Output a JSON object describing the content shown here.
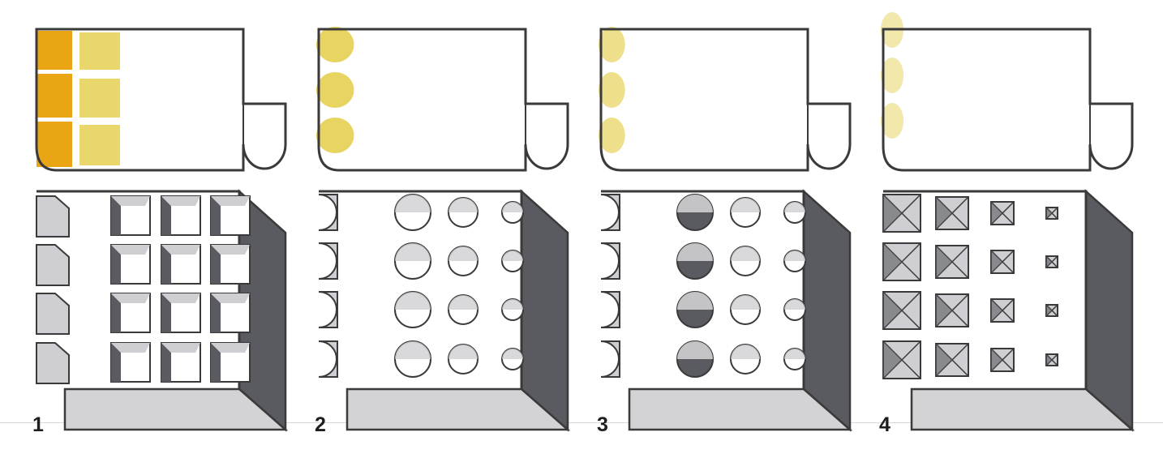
{
  "figure": {
    "panels": [
      {
        "number": "1",
        "cell_type": "square-cells",
        "stain_strength": "strong"
      },
      {
        "number": "2",
        "cell_type": "round-cells",
        "stain_strength": "medium"
      },
      {
        "number": "3",
        "cell_type": "round-cells-partly-filled",
        "stain_strength": "weak"
      },
      {
        "number": "4",
        "cell_type": "pyramid-cells",
        "stain_strength": "faint"
      }
    ]
  },
  "colors": {
    "stain_strong": "#eaa514",
    "stain_yellow": "#e0c62c",
    "outline": "#3a3a3a",
    "cell_face": "#cfcfd3",
    "dark_face": "#595b60",
    "floor_face": "#d3d3d6"
  }
}
